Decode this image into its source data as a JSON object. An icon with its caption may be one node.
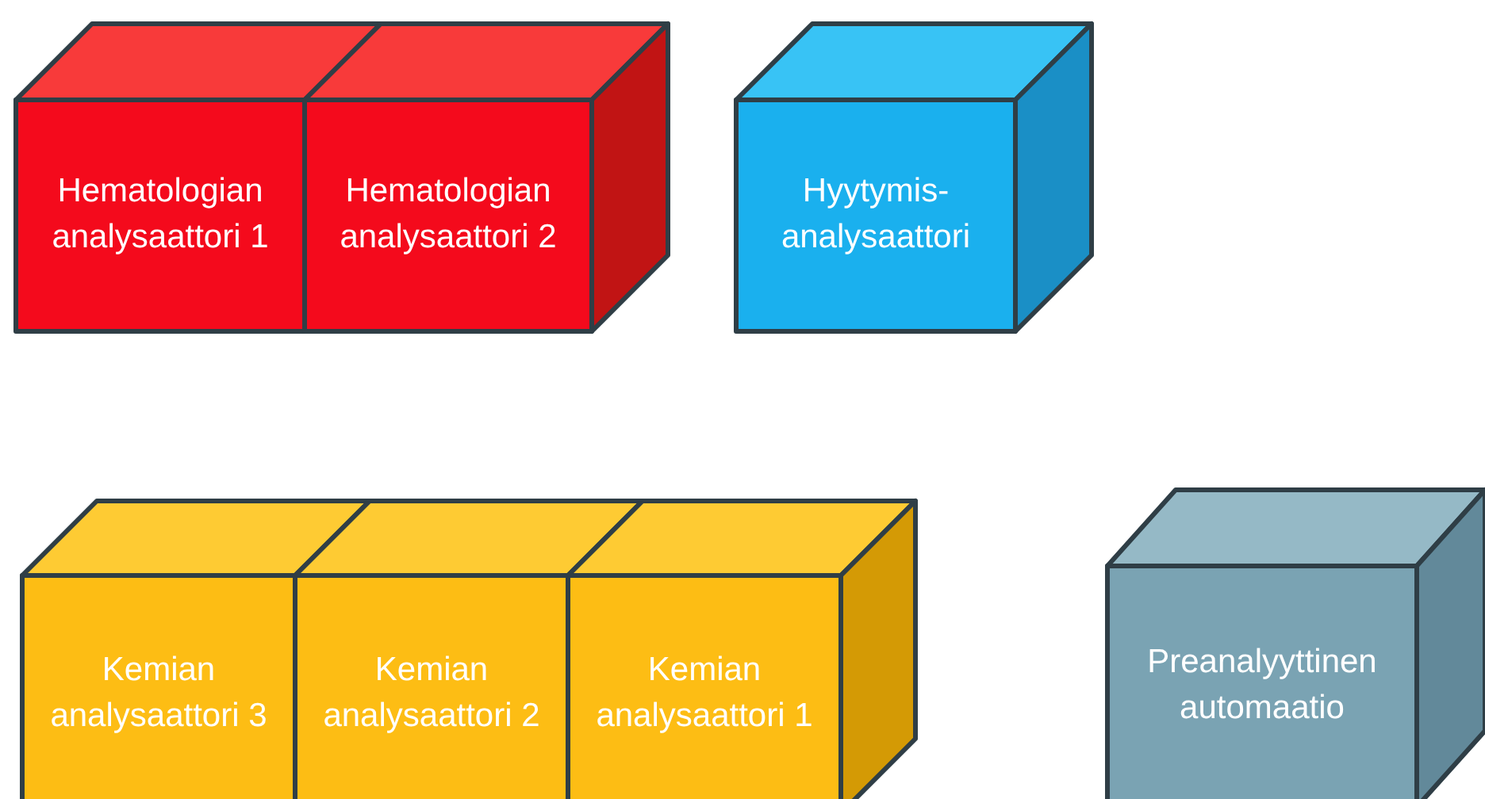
{
  "diagram": {
    "nodes": [
      {
        "text": [
          "Hematologian analysaattori 1"
        ]
      },
      {
        "text": [
          "Hematologian analysaattori 2"
        ]
      },
      {
        "text": [
          "Hyytymis- analysaattori"
        ]
      },
      {
        "text": [
          "Kemian analysaattori 3"
        ]
      },
      {
        "text": [
          "Kemian analysaattori 2"
        ]
      },
      {
        "text": [
          "Kemian analysaattori 1"
        ]
      },
      {
        "text": [
          "Preanalyyttinen automaatio"
        ]
      }
    ]
  }
}
